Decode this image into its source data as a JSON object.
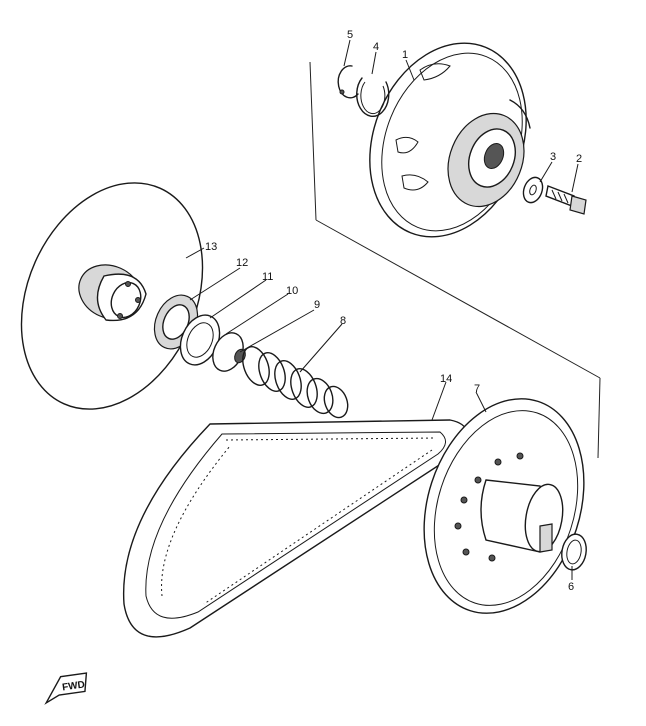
{
  "callouts": {
    "p1": "1",
    "p2": "2",
    "p3": "3",
    "p4": "4",
    "p5": "5",
    "p6": "6",
    "p7": "7",
    "p8": "8",
    "p9": "9",
    "p10": "10",
    "p11": "11",
    "p12": "12",
    "p13": "13",
    "p14": "14"
  },
  "fwd_label": "FWD"
}
